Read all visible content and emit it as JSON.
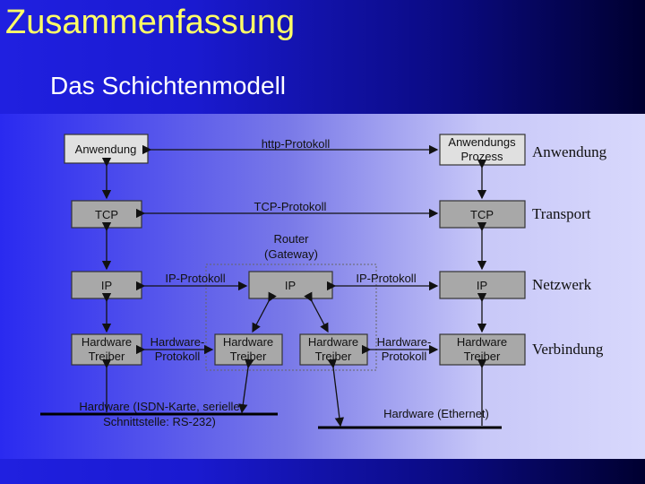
{
  "slide": {
    "title": "Zusammenfassung",
    "subtitle": "Das Schichtenmodell"
  },
  "diagram": {
    "left_app": "Anwendung",
    "right_app_line1": "Anwendungs",
    "right_app_line2": "Prozess",
    "http": "http-Protokoll",
    "tcp_left": "TCP",
    "tcp_right": "TCP",
    "tcp_proto": "TCP-Protokoll",
    "router_line1": "Router",
    "router_line2": "(Gateway)",
    "ip_left": "IP",
    "ip_mid": "IP",
    "ip_right": "IP",
    "ip_proto_left": "IP-Protokoll",
    "ip_proto_right": "IP-Protokoll",
    "hw_line1": "Hardware",
    "hw_line2": "Treiber",
    "hwp_line1": "Hardware-",
    "hwp_line2": "Protokoll",
    "hw_serial_line1": "Hardware (ISDN-Karte, serielle",
    "hw_serial_line2": "Schnittstelle: RS-232)",
    "hw_ethernet": "Hardware (Ethernet)"
  },
  "layers": [
    "Anwendung",
    "Transport",
    "Netzwerk",
    "Verbindung"
  ]
}
